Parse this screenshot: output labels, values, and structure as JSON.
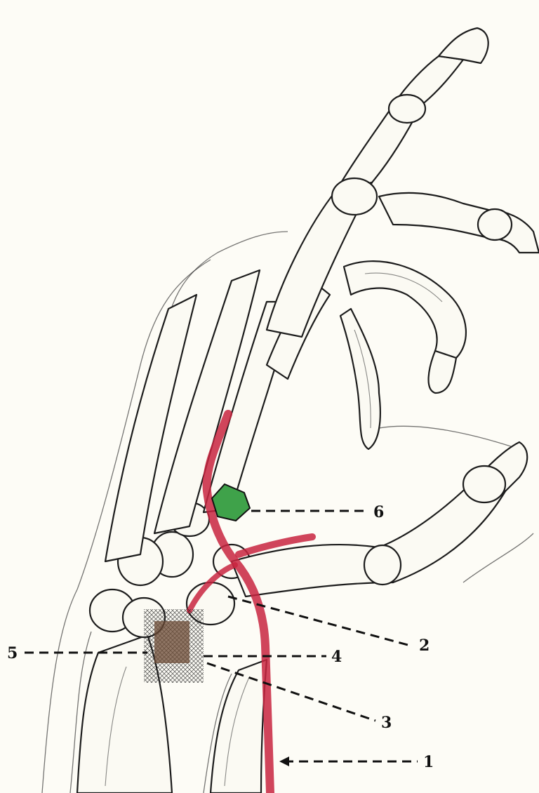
{
  "colors": {
    "artery": "#c8253f",
    "green_marker": "#3fa24a",
    "brown_marker": "#6b4a34",
    "ink": "#111111",
    "paper": "#fdfcf6"
  },
  "labels": {
    "l1": "1",
    "l2": "2",
    "l3": "3",
    "l4": "4",
    "l5": "5",
    "l6": "6"
  }
}
